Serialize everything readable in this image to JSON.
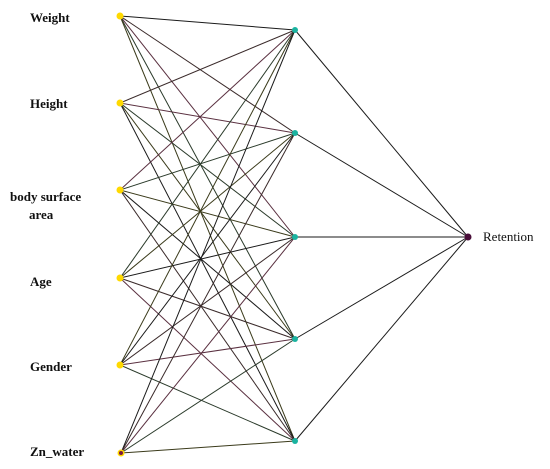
{
  "network": {
    "inputs": [
      {
        "label_lines": [
          "Weight"
        ],
        "color": "#ffd900"
      },
      {
        "label_lines": [
          "Height"
        ],
        "color": "#ffd900"
      },
      {
        "label_lines": [
          "body surface",
          "area"
        ],
        "color": "#ffd900"
      },
      {
        "label_lines": [
          "Age"
        ],
        "color": "#ffd900"
      },
      {
        "label_lines": [
          "Gender"
        ],
        "color": "#ffd900"
      },
      {
        "label_lines": [
          "Zn_water"
        ],
        "color": "#7a1a40",
        "halo": "#ffd900"
      }
    ],
    "hidden_count": 5,
    "hidden_color": "#1ab3a0",
    "output": {
      "label": "Retention",
      "color": "#4a0f3a"
    },
    "edge_colors": [
      "#1a1a1a",
      "#3a2a2a",
      "#5a3040",
      "#2a3a2a",
      "#3a3a1a"
    ]
  }
}
